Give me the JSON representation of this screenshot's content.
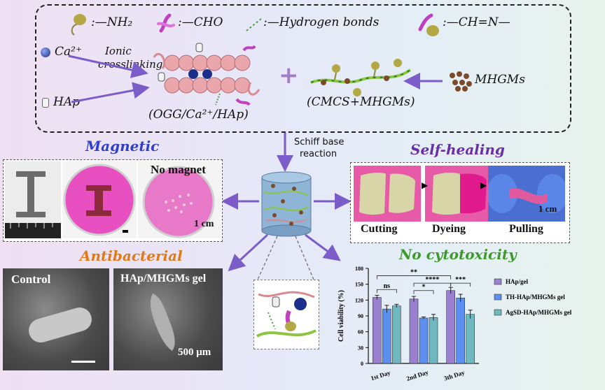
{
  "legend": {
    "nh2": ":—NH₂",
    "cho": ":—CHO",
    "hbond": ":—Hydrogen bonds",
    "imine": ":—CH=N—"
  },
  "scheme": {
    "ca": "Ca²⁺",
    "ionic": "Ionic",
    "crosslinking": "crosslinking",
    "hap": "HAp",
    "ogg_label": "(OGG/Ca²⁺/HAp)",
    "cmcs_label": "(CMCS+MHGMs)",
    "mhgms": "MHGMs",
    "plus": "+"
  },
  "center": {
    "schiff1": "Schiff base",
    "schiff2": "reaction"
  },
  "magnetic": {
    "title": "Magnetic",
    "no_magnet": "No magnet",
    "scale": "1 cm"
  },
  "self_healing": {
    "title": "Self-healing",
    "cutting": "Cutting",
    "dyeing": "Dyeing",
    "pulling": "Pulling",
    "scale": "1 cm"
  },
  "antibacterial": {
    "title": "Antibacterial",
    "control": "Control",
    "gel": "HAp/MHGMs gel",
    "scale": "500 μm"
  },
  "cytotoxicity": {
    "title": "No cytotoxicity"
  },
  "chart_data": {
    "type": "bar",
    "ylabel": "Cell viability (%)",
    "ylim": [
      0,
      180
    ],
    "yticks": [
      "0",
      "30",
      "60",
      "90",
      "120",
      "150",
      "180"
    ],
    "categories": [
      "1st Day",
      "2nd Day",
      "3th Day"
    ],
    "series": [
      {
        "name": "HAp/gel",
        "color": "#9b7fd0",
        "values": [
          125,
          122,
          138
        ],
        "err": [
          4,
          5,
          6
        ]
      },
      {
        "name": "TH-HAp/MHGMs gel",
        "color": "#5b8ff0",
        "values": [
          103,
          86,
          124
        ],
        "err": [
          7,
          2,
          7
        ]
      },
      {
        "name": "AgSD-HAp/MHGMs gel",
        "color": "#6fb8bf",
        "values": [
          109,
          87,
          93
        ],
        "err": [
          3,
          6,
          8
        ]
      }
    ],
    "annotations": [
      "ns",
      "*",
      "****",
      "**",
      "***"
    ]
  }
}
